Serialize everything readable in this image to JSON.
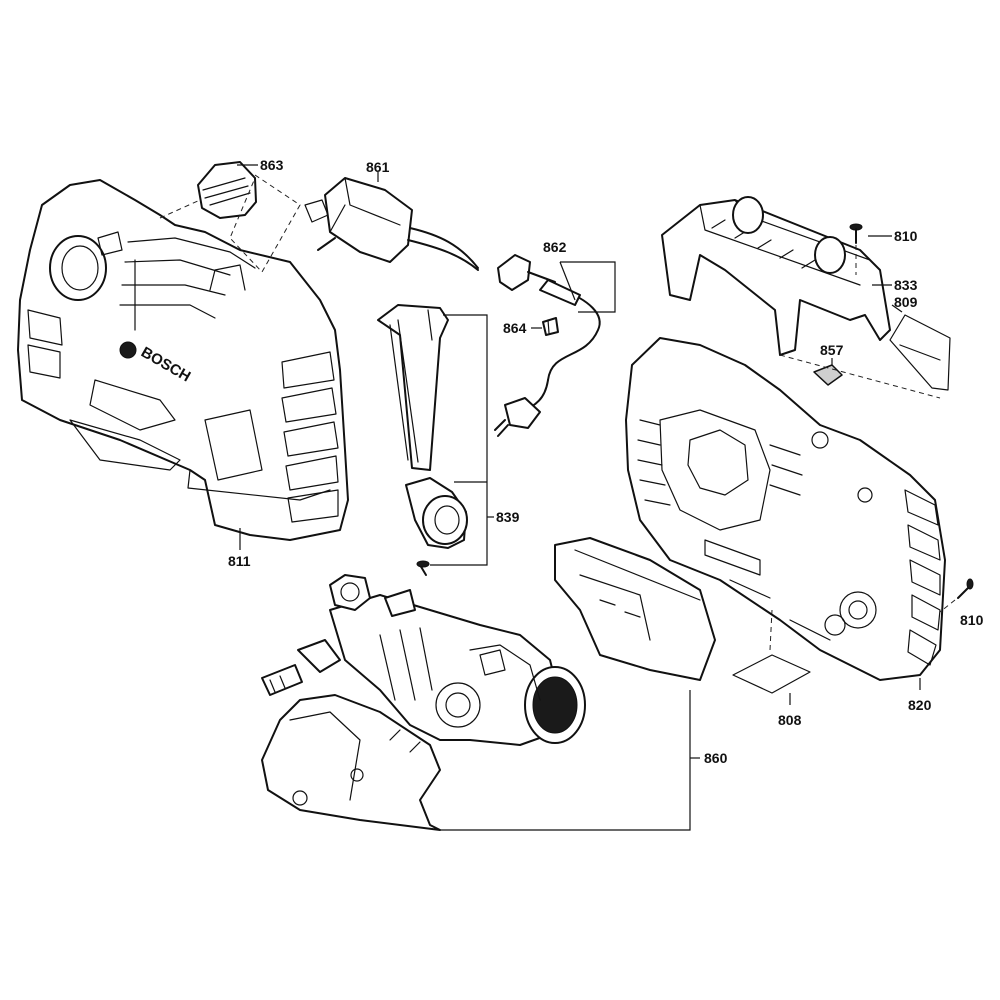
{
  "diagram": {
    "brand_text": "BOSCH",
    "parts": [
      {
        "id": "p863",
        "number": "863"
      },
      {
        "id": "p861",
        "number": "861"
      },
      {
        "id": "p862",
        "number": "862"
      },
      {
        "id": "p864",
        "number": "864"
      },
      {
        "id": "p839",
        "number": "839"
      },
      {
        "id": "p811",
        "number": "811"
      },
      {
        "id": "p810a",
        "number": "810"
      },
      {
        "id": "p833",
        "number": "833"
      },
      {
        "id": "p809",
        "number": "809"
      },
      {
        "id": "p857",
        "number": "857"
      },
      {
        "id": "p810b",
        "number": "810"
      },
      {
        "id": "p808",
        "number": "808"
      },
      {
        "id": "p820",
        "number": "820"
      },
      {
        "id": "p860",
        "number": "860"
      }
    ]
  }
}
